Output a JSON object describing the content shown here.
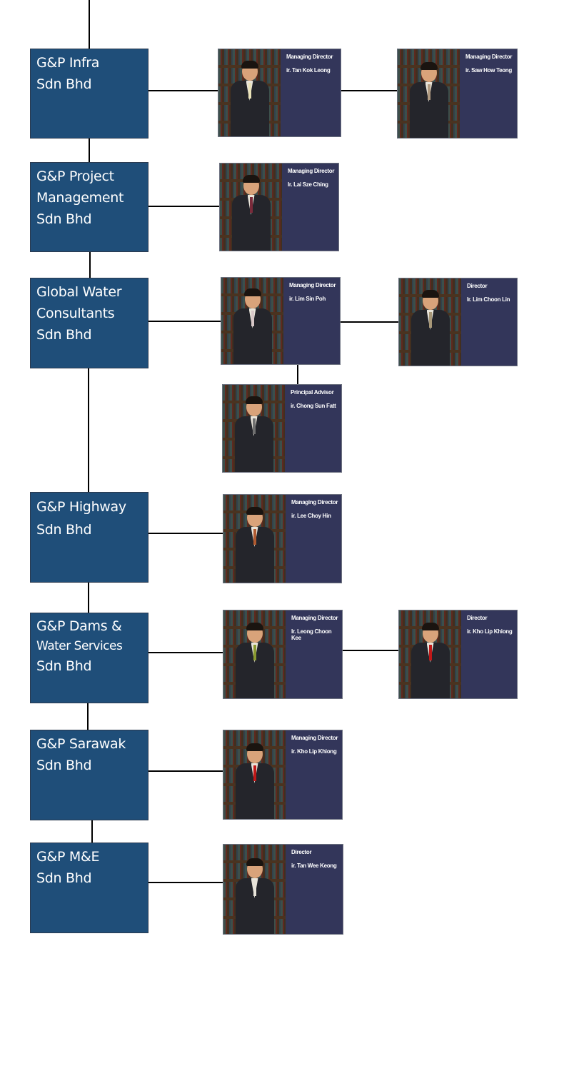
{
  "companies": [
    {
      "lines": [
        "G&P Infra",
        "Sdn Bhd"
      ]
    },
    {
      "lines": [
        "G&P Project",
        "Management",
        "Sdn Bhd"
      ]
    },
    {
      "lines": [
        "Global Water",
        "Consultants",
        "Sdn Bhd"
      ]
    },
    {
      "lines": [
        "G&P Highway",
        "Sdn Bhd"
      ]
    },
    {
      "lines": [
        "G&P Dams &",
        "Water Services",
        "Sdn Bhd"
      ]
    },
    {
      "lines": [
        "G&P Sarawak",
        "Sdn Bhd"
      ]
    },
    {
      "lines": [
        "G&P M&E",
        "Sdn Bhd"
      ]
    }
  ],
  "people": [
    {
      "role": "Managing Director",
      "name": "ir. Tan Kok Leong",
      "tie_color": "#e9e2b8"
    },
    {
      "role": "Managing Director",
      "name": "ir. Saw How Teong",
      "tie_color": "#b09a80"
    },
    {
      "role": "Managing Director",
      "name": "Ir. Lai Sze Ching",
      "tie_color": "#7a2a3a"
    },
    {
      "role": "Managing Director",
      "name": "ir. Lim Sin Poh",
      "tie_color": "#d8c8c8"
    },
    {
      "role": "Director",
      "name": "Ir. Lim Choon Lin",
      "tie_color": "#a89878"
    },
    {
      "role": "Principal Advisor",
      "name": "ir. Chong Sun Fatt",
      "tie_color": "#707070"
    },
    {
      "role": "Managing Director",
      "name": "ir. Lee Choy Hin",
      "tie_color": "#b05a30"
    },
    {
      "role": "Managing Director",
      "name": "Ir. Leong Choon Kee",
      "tie_color": "#8a9a30"
    },
    {
      "role": "Director",
      "name": "ir. Kho Lip Khiong",
      "tie_color": "#c01818"
    },
    {
      "role": "Managing Director",
      "name": "ir. Kho Lip Khiong",
      "tie_color": "#c01818"
    },
    {
      "role": "Director",
      "name": "ir. Tan Wee Keong",
      "tie_color": "#e8e4da"
    }
  ],
  "colors": {
    "company_box": "#1f4e79",
    "card_panel": "#33365a",
    "connector": "#000000"
  }
}
